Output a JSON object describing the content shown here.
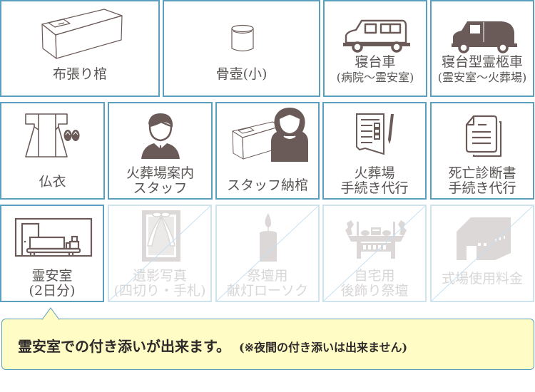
{
  "colors": {
    "border": "#5a9fbd",
    "border_disabled": "#cfe3ec",
    "icon": "#6b5b58",
    "icon_disabled": "#dcd8d8",
    "label": "#585453",
    "label_disabled": "#d8d6d6",
    "bubble_bg": "#fffcc6"
  },
  "items": [
    {
      "label": "布張り棺",
      "icon": "cloth-coffin-icon",
      "included": true
    },
    {
      "label": "骨壺(小)",
      "icon": "urn-icon",
      "included": true
    },
    {
      "label": "寝台車",
      "sub": "(病院～霊安室)",
      "icon": "van-icon",
      "included": true
    },
    {
      "label": "寝台型霊柩車",
      "sub": "(霊安室～火葬場)",
      "icon": "hearse-icon",
      "included": true
    },
    {
      "label": "仏衣",
      "icon": "kimono-icon",
      "included": true
    },
    {
      "label": "火葬場案内",
      "sub": "スタッフ",
      "icon": "staff-man-icon",
      "included": true
    },
    {
      "label": "スタッフ納棺",
      "icon": "staff-coffining-icon",
      "included": true
    },
    {
      "label": "火葬場",
      "sub": "手続き代行",
      "icon": "form-pen-icon",
      "included": true
    },
    {
      "label": "死亡診断書",
      "sub": "手続き代行",
      "icon": "documents-icon",
      "included": true
    },
    {
      "label": "霊安室",
      "sub": "(2日分)",
      "icon": "mortuary-room-icon",
      "included": true
    },
    {
      "label": "遺影写真",
      "sub": "(四切り・手札)",
      "icon": "portrait-frame-icon",
      "included": false
    },
    {
      "label": "祭壇用",
      "sub": "献灯ローソク",
      "icon": "candle-icon",
      "included": false
    },
    {
      "label": "自宅用",
      "sub": "後飾り祭壇",
      "icon": "home-altar-icon",
      "included": false
    },
    {
      "label": "式場使用料金",
      "icon": "hall-building-icon",
      "included": false
    }
  ],
  "bubble": {
    "main": "霊安室での付き添いが出来ます。",
    "note": "(※夜間の付き添いは出来ません)"
  }
}
